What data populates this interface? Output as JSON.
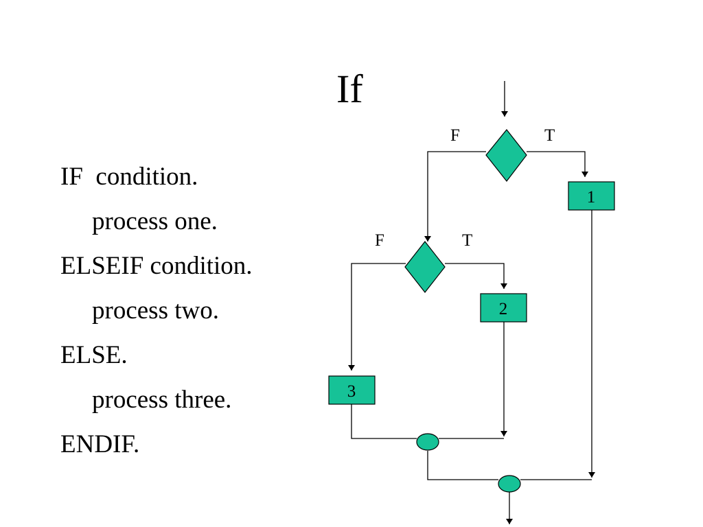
{
  "title": "If",
  "code_lines": [
    {
      "text": "IF  condition.",
      "indent": false
    },
    {
      "text": "process one.",
      "indent": true
    },
    {
      "text": "ELSEIF condition.",
      "indent": false
    },
    {
      "text": "process two.",
      "indent": true
    },
    {
      "text": "ELSE.",
      "indent": false
    },
    {
      "text": "process three.",
      "indent": true
    },
    {
      "text": "ENDIF.",
      "indent": false
    }
  ],
  "flowchart": {
    "decision_1": {
      "false_label": "F",
      "true_label": "T"
    },
    "decision_2": {
      "false_label": "F",
      "true_label": "T"
    },
    "process_1": "1",
    "process_2": "2",
    "process_3": "3"
  },
  "colors": {
    "shape_fill": "#16c297",
    "stroke": "#000000",
    "background": "#ffffff"
  }
}
